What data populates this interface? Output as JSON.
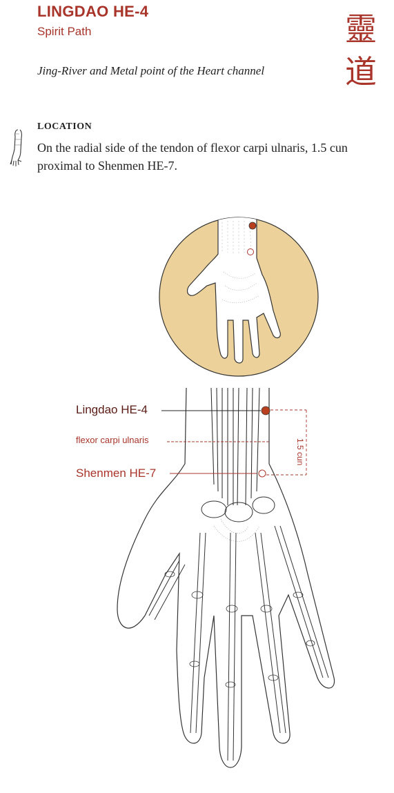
{
  "header": {
    "title": "LINGDAO HE-4",
    "subtitle": "Spirit Path",
    "description": "Jing-River and Metal point of the Heart channel",
    "chinese_characters": "靈道"
  },
  "location": {
    "heading": "LOCATION",
    "text": "On the radial side of the tendon of flexor carpi ulnaris, 1.5 cun proximal to Shenmen HE-7."
  },
  "labels": {
    "lingdao": "Lingdao HE-4",
    "flexor": "flexor carpi ulnaris",
    "shenmen": "Shenmen HE-7",
    "measure": "1.5 cun"
  },
  "colors": {
    "accent": "#a8342a",
    "point_fill": "#b8401e",
    "circle_bg": "#ecd29a"
  },
  "icons": [
    "arm-icon",
    "hand-circle-illustration",
    "hand-skeleton-illustration"
  ]
}
